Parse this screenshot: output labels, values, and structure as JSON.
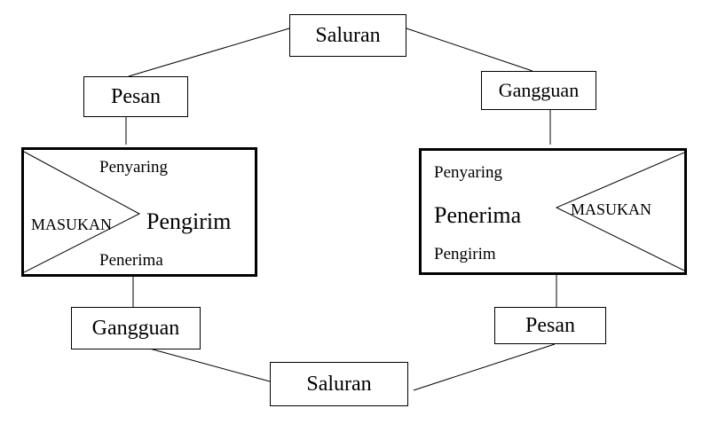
{
  "top": {
    "saluran": "Saluran",
    "pesan": "Pesan",
    "gangguan": "Gangguan"
  },
  "bottom": {
    "saluran": "Saluran",
    "pesan": "Pesan",
    "gangguan": "Gangguan"
  },
  "left_unit": {
    "input": "MASUKAN",
    "role": "Pengirim",
    "top_label": "Penyaring",
    "bottom_label": "Penerima"
  },
  "right_unit": {
    "input": "MASUKAN",
    "role": "Penerima",
    "top_label": "Penyaring",
    "bottom_label": "Pengirim"
  },
  "colors": {
    "stroke": "#000000",
    "background": "#ffffff"
  }
}
